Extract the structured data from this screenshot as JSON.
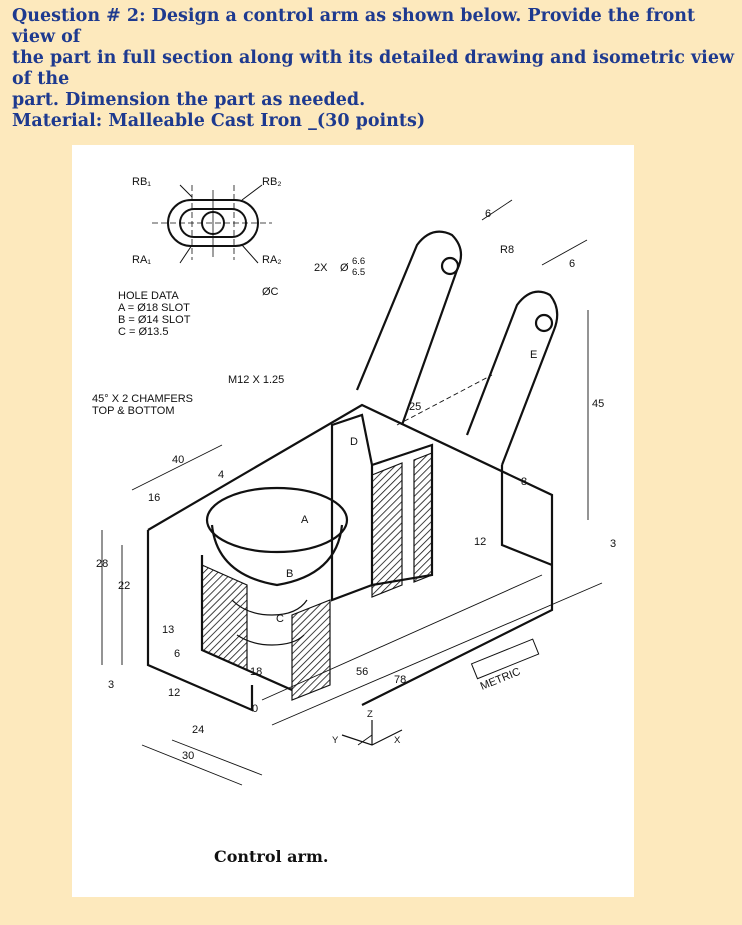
{
  "question": {
    "line1": "Question # 2: Design a control arm as shown below. Provide the front view of",
    "line2": "the part in full section along with its detailed drawing and isometric view of the",
    "line3": "part. Dimension the part as needed.",
    "line4_prefix": "Material: Malleable Cast Iron ",
    "line4_points": "_(30 points)"
  },
  "figure": {
    "caption": "Control arm.",
    "hole_data": {
      "title": "HOLE DATA",
      "a": "A = Ø18 SLOT",
      "b": "B = Ø14 SLOT",
      "c": "C = Ø13.5"
    },
    "labels": {
      "rb1": "RB₁",
      "rb2": "RB₂",
      "ra1": "RA₁",
      "ra2": "RA₂",
      "dia_c": "ØC",
      "holes": "2X",
      "hole_dia": "Ø",
      "hole_dia_max": "6.6",
      "hole_dia_min": "6.5",
      "thread": "M12 X 1.25",
      "chamfer1": "45° X 2 CHAMFERS",
      "chamfer2": "TOP & BOTTOM",
      "r8": "R8",
      "metric": "METRIC",
      "A": "A",
      "B": "B",
      "C": "C",
      "D": "D",
      "E": "E",
      "x": "X",
      "y": "Y",
      "z": "Z"
    },
    "dims": [
      "6",
      "6",
      "25",
      "45",
      "8",
      "12",
      "3",
      "40",
      "4",
      "16",
      "28",
      "22",
      "13",
      "6",
      "12",
      "3",
      "24",
      "30",
      "18",
      "0",
      "56",
      "78"
    ]
  },
  "colors": {
    "background": "#fde9bd",
    "question_text": "#1e3a8f",
    "figure_bg": "#ffffff"
  }
}
